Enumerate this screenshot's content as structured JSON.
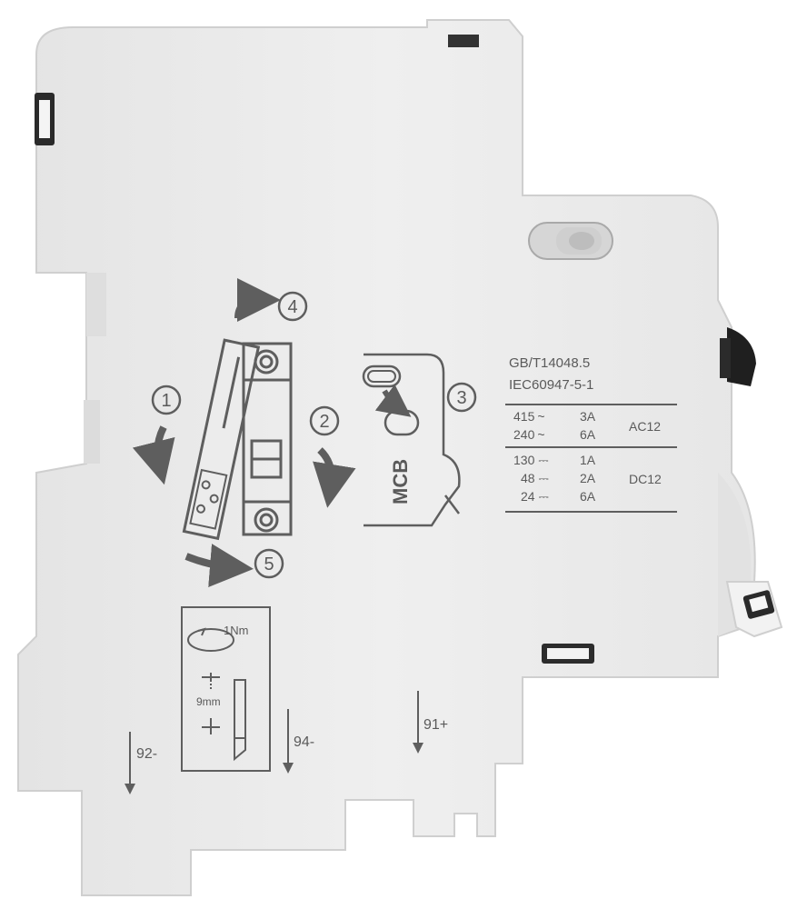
{
  "colors": {
    "body": "#ececec",
    "body_shadow": "#d3d3d3",
    "print": "#5e5e5e",
    "dark_part": "#1f1f1f"
  },
  "steps": [
    "1",
    "2",
    "3",
    "4",
    "5"
  ],
  "mcb_label": "MCB",
  "standards": [
    "GB/T14048.5",
    "IEC60947-5-1"
  ],
  "ratings": {
    "ac": {
      "rows": [
        {
          "voltage": "415",
          "symbol": "~",
          "current": "3A"
        },
        {
          "voltage": "240",
          "symbol": "~",
          "current": "6A"
        }
      ],
      "category": "AC12"
    },
    "dc": {
      "rows": [
        {
          "voltage": "130",
          "symbol": "⎓",
          "current": "1A"
        },
        {
          "voltage": "48",
          "symbol": "⎓",
          "current": "2A"
        },
        {
          "voltage": "24",
          "symbol": "⎓",
          "current": "6A"
        }
      ],
      "category": "DC12"
    }
  },
  "torque_label": "1Nm",
  "strip_length_label": "9mm",
  "terminals": [
    "92-",
    "94-",
    "91+"
  ]
}
